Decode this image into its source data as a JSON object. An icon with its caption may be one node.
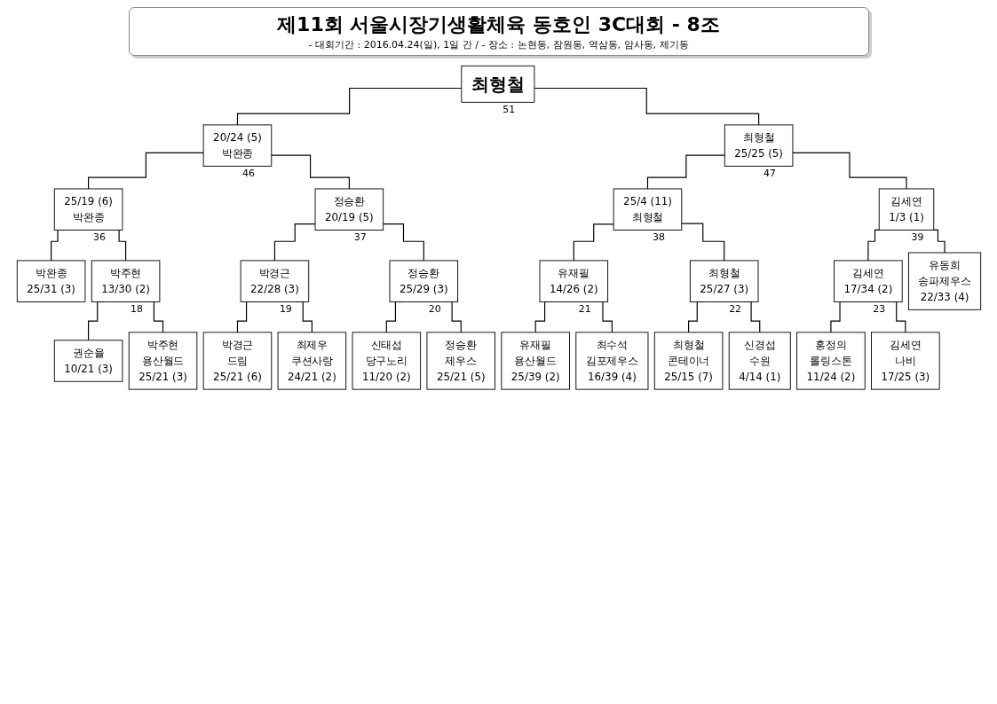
{
  "diagram": {
    "title": "제11회 서울시장기생활체육 동호인 3C대회 - 8조",
    "labels": [
      "- 대회기간 : 2016.04.24(일), 1일 간 / - 장소 : 논현동, 잠원동, 역삼동, 암사동, 제기동"
    ],
    "nodes": [
      {
        "text": [
          "20/24 (5)",
          "박완종"
        ],
        "beside": [
          "46"
        ]
      },
      {
        "text": [
          "최형철"
        ],
        "beside": [
          "51"
        ]
      },
      {
        "text": [
          "최형철",
          "25/25 (5)"
        ],
        "beside": [
          "47"
        ]
      },
      {
        "text": [
          "25/19 (6)",
          "박완종"
        ],
        "beside": [
          "36"
        ]
      },
      {
        "text": [
          "정승환",
          "20/19 (5)"
        ],
        "beside": [
          "37"
        ]
      },
      {
        "text": [
          "25/4 (11)",
          "최형철"
        ],
        "beside": [
          "38"
        ]
      },
      {
        "text": [
          "김세연",
          "1/3 (1)"
        ],
        "beside": [
          "39"
        ]
      },
      {
        "text": [
          "박완종",
          "25/31 (3)"
        ]
      },
      {
        "text": [
          "박주현",
          "13/30 (2)"
        ],
        "beside": [
          "18"
        ]
      },
      {
        "text": [
          "박경근",
          "22/28 (3)"
        ],
        "beside": [
          "19"
        ]
      },
      {
        "text": [
          "정승환",
          "25/29 (3)"
        ],
        "beside": [
          "20"
        ]
      },
      {
        "text": [
          "유재필",
          "14/26 (2)"
        ],
        "beside": [
          "21"
        ]
      },
      {
        "text": [
          "최형철",
          "25/27 (3)"
        ],
        "beside": [
          "22"
        ]
      },
      {
        "text": [
          "김세연",
          "17/34 (2)"
        ],
        "beside": [
          "23"
        ]
      },
      {
        "text": [
          "유동희",
          "송파제우스",
          "22/33 (4)"
        ]
      },
      {
        "text": [
          "권순율",
          "10/21 (3)"
        ]
      },
      {
        "text": [
          "박주현",
          "용산월드",
          "25/21 (3)"
        ]
      },
      {
        "text": [
          "박경근",
          "드림",
          "25/21 (6)"
        ]
      },
      {
        "text": [
          "최제우",
          "쿠션사랑",
          "24/21 (2)"
        ]
      },
      {
        "text": [
          "신태섭",
          "당구노리",
          "11/20 (2)"
        ]
      },
      {
        "text": [
          "정승환",
          "제우스",
          "25/21 (5)"
        ]
      },
      {
        "text": [
          "유재필",
          "용산월드",
          "25/39 (2)"
        ]
      },
      {
        "text": [
          "최수석",
          "김포제우스",
          "16/39 (4)"
        ]
      },
      {
        "text": [
          "최형철",
          "콘테이너",
          "25/15 (7)"
        ]
      },
      {
        "text": [
          "신경섭",
          "수원",
          "4/14 (1)"
        ]
      },
      {
        "text": [
          "홍정의",
          "롤링스톤",
          "11/24 (2)"
        ]
      },
      {
        "text": [
          "김세연",
          "나비",
          "17/25 (3)"
        ]
      }
    ],
    "edges": [
      {
        "from": 1,
        "to": 0,
        "arrow": "none"
      },
      {
        "from": 1,
        "to": 2,
        "arrow": "none"
      },
      {
        "from": 0,
        "to": 3,
        "arrow": "none"
      },
      {
        "from": 0,
        "to": 4,
        "arrow": "none"
      },
      {
        "from": 2,
        "to": 5,
        "arrow": "none"
      },
      {
        "from": 2,
        "to": 6,
        "arrow": "none"
      },
      {
        "from": 3,
        "to": 7,
        "arrow": "none"
      },
      {
        "from": 3,
        "to": 8,
        "arrow": "none"
      },
      {
        "from": 4,
        "to": 9,
        "arrow": "none"
      },
      {
        "from": 4,
        "to": 10,
        "arrow": "none"
      },
      {
        "from": 5,
        "to": 11,
        "arrow": "none"
      },
      {
        "from": 5,
        "to": 12,
        "arrow": "none"
      },
      {
        "from": 6,
        "to": 13,
        "arrow": "none"
      },
      {
        "from": 6,
        "to": 14,
        "arrow": "none"
      },
      {
        "from": 8,
        "to": 15,
        "arrow": "none"
      },
      {
        "from": 8,
        "to": 16,
        "arrow": "none"
      },
      {
        "from": 9,
        "to": 17,
        "arrow": "none"
      },
      {
        "from": 9,
        "to": 18,
        "arrow": "none"
      },
      {
        "from": 10,
        "to": 19,
        "arrow": "none"
      },
      {
        "from": 10,
        "to": 20,
        "arrow": "none"
      },
      {
        "from": 11,
        "to": 21,
        "arrow": "none"
      },
      {
        "from": 11,
        "to": 22,
        "arrow": "none"
      },
      {
        "from": 12,
        "to": 23,
        "arrow": "none"
      },
      {
        "from": 12,
        "to": 24,
        "arrow": "none"
      },
      {
        "from": 13,
        "to": 25,
        "arrow": "none"
      },
      {
        "from": 13,
        "to": 26,
        "arrow": "none"
      }
    ]
  }
}
